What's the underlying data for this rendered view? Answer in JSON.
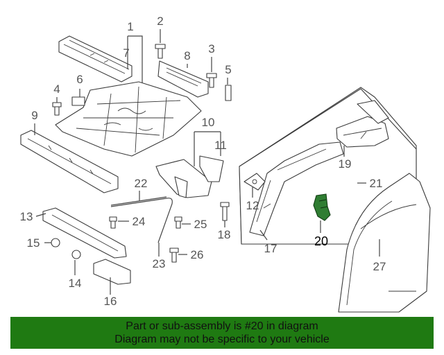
{
  "diagram": {
    "callouts": [
      "1",
      "2",
      "3",
      "4",
      "5",
      "6",
      "7",
      "8",
      "9",
      "10",
      "11",
      "12",
      "13",
      "14",
      "15",
      "16",
      "17",
      "18",
      "19",
      "20",
      "21",
      "22",
      "23",
      "24",
      "25",
      "26",
      "27"
    ],
    "highlighted_part": "20",
    "highlight_color": "#2f7d32"
  },
  "banner": {
    "line1": "Part or sub-assembly is #20 in diagram",
    "line2": "Diagram may not be specific to your vehicle",
    "background": "#1f7a12"
  }
}
